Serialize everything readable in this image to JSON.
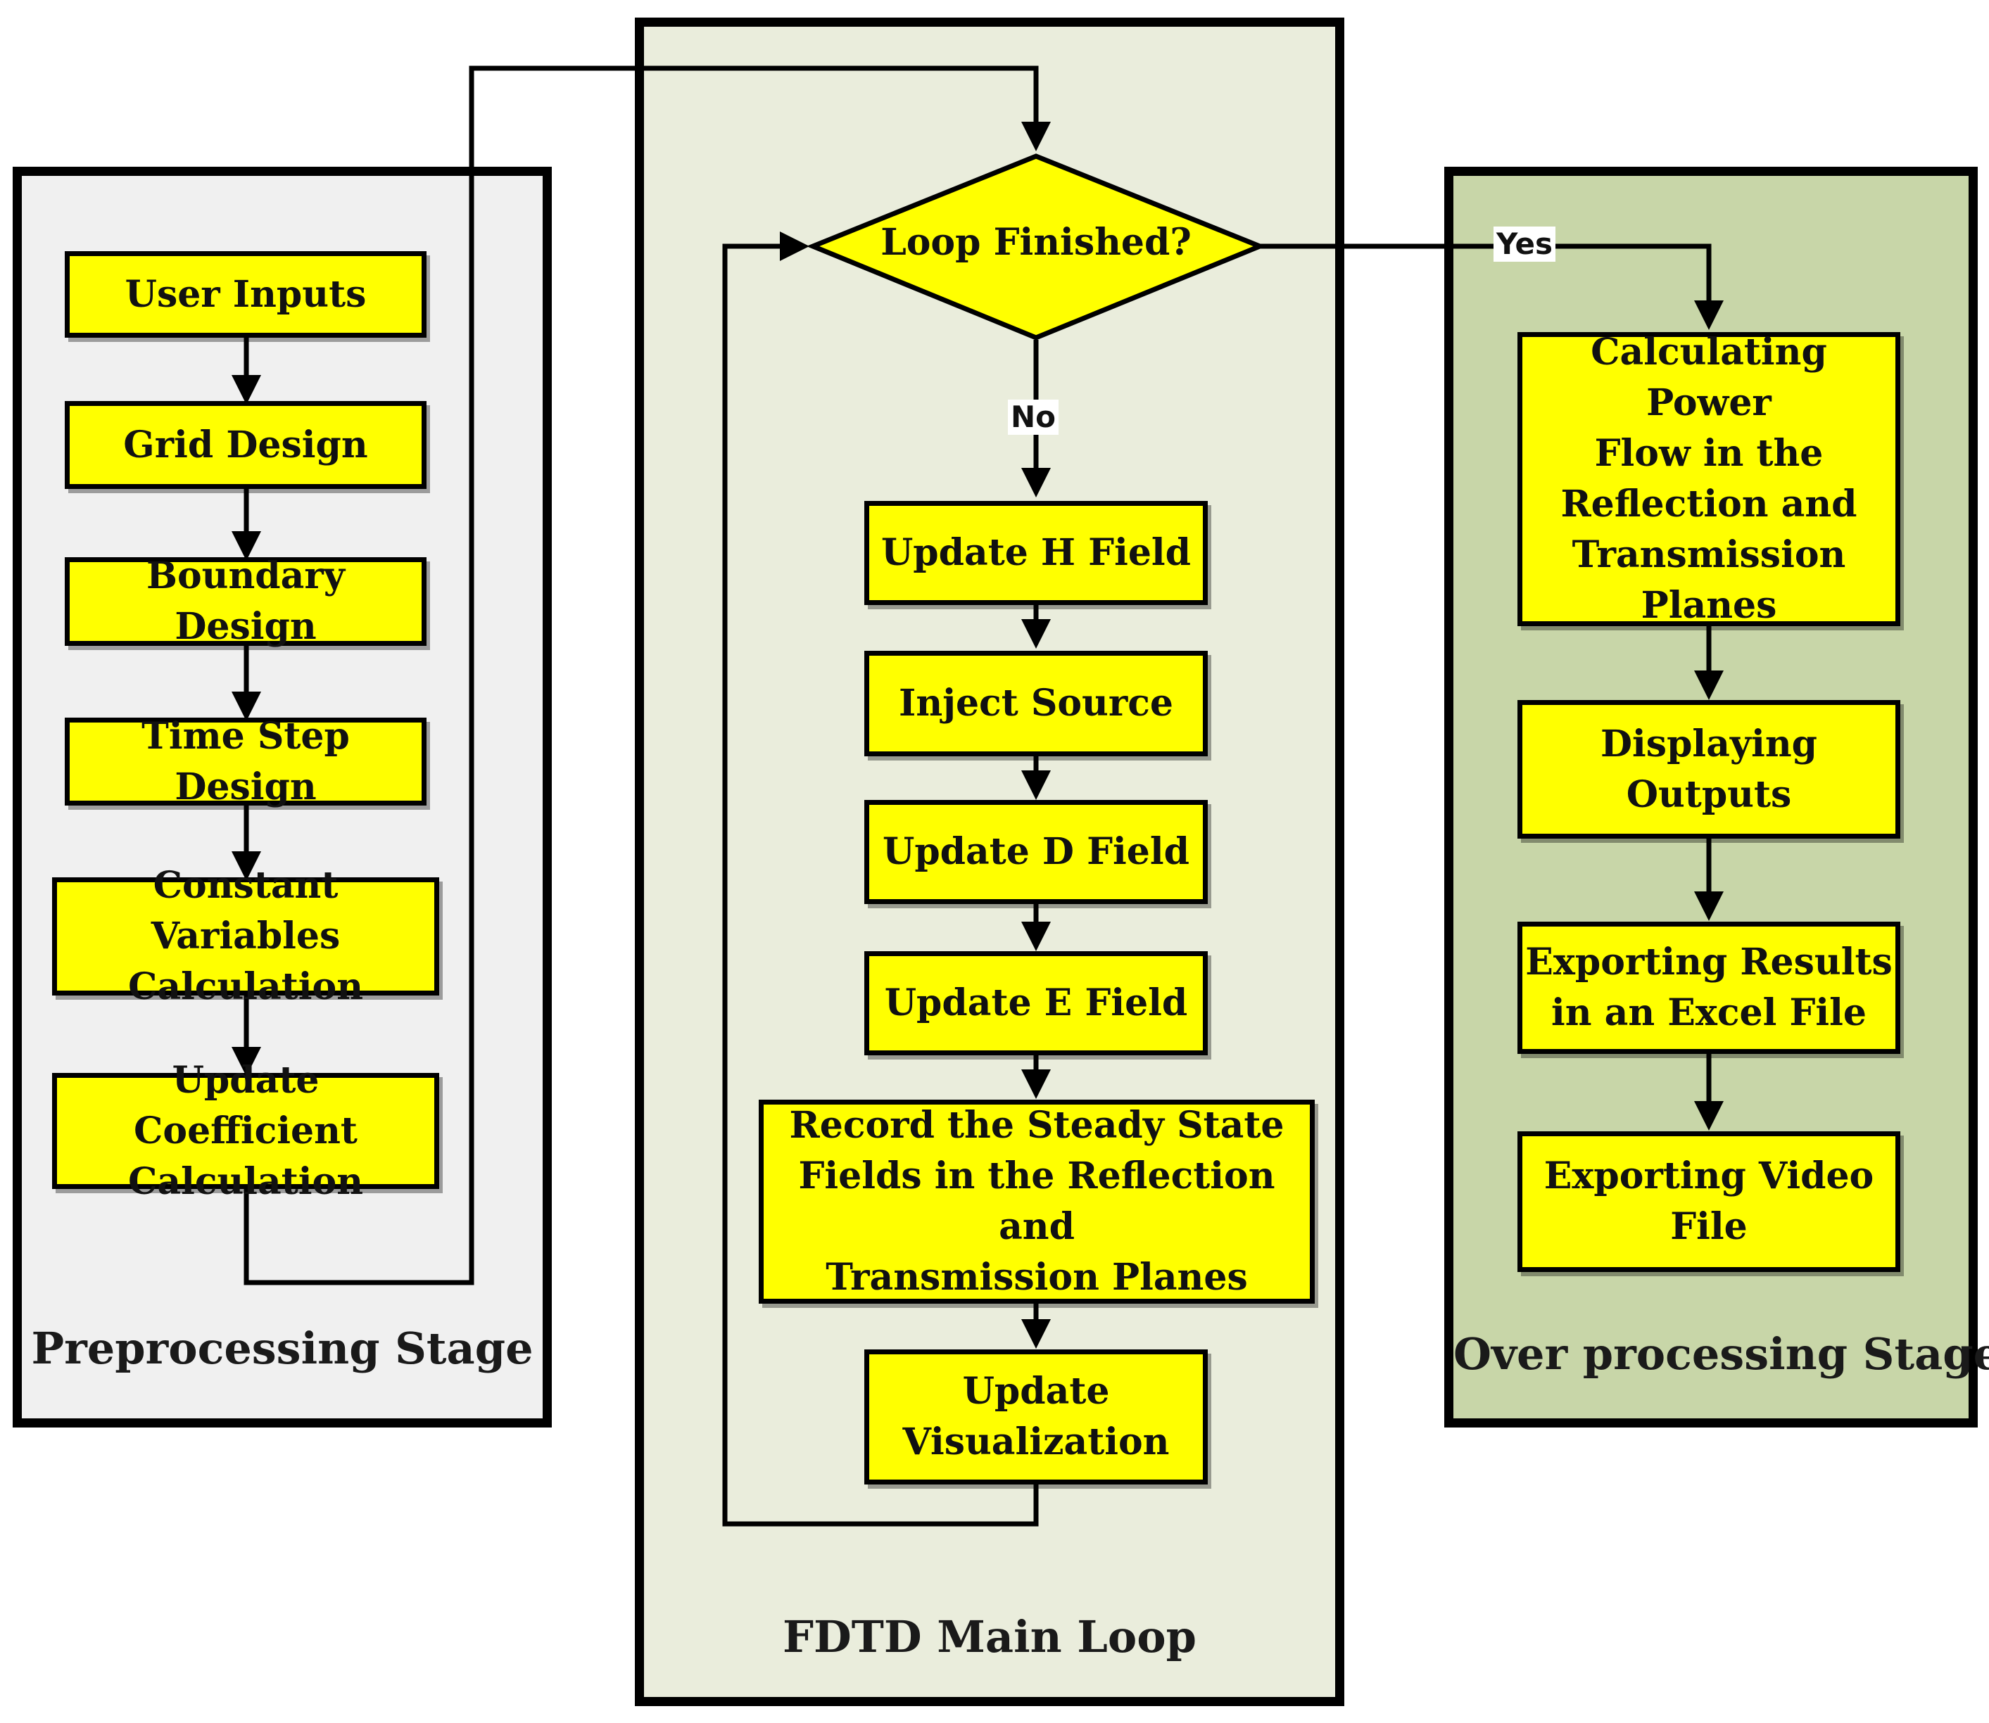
{
  "stages": {
    "preprocessing": {
      "title": "Preprocessing Stage",
      "fill": "#f0f0f0",
      "steps": [
        "User Inputs",
        "Grid Design",
        "Boundary Design",
        "Time Step Design",
        "Constant Variables\nCalculation",
        "Update Coefficient\nCalculation"
      ]
    },
    "main_loop": {
      "title": "FDTD Main Loop",
      "fill": "#eaeddc",
      "decision": "Loop Finished?",
      "no_label": "No",
      "steps": [
        "Update H Field",
        "Inject Source",
        "Update D Field",
        "Update E Field",
        "Record the Steady State\nFields in the Reflection and\nTransmission Planes",
        "Update\nVisualization"
      ]
    },
    "over_processing": {
      "title": "Over processing Stage",
      "fill": "#c8d6a8",
      "yes_label": "Yes",
      "steps": [
        "Calculating Power\nFlow in the\nReflection and\nTransmission\nPlanes",
        "Displaying Outputs",
        "Exporting Results\nin an Excel File",
        "Exporting Video\nFile"
      ]
    }
  },
  "colors": {
    "box_fill": "#ffff00",
    "stroke": "#000000"
  }
}
